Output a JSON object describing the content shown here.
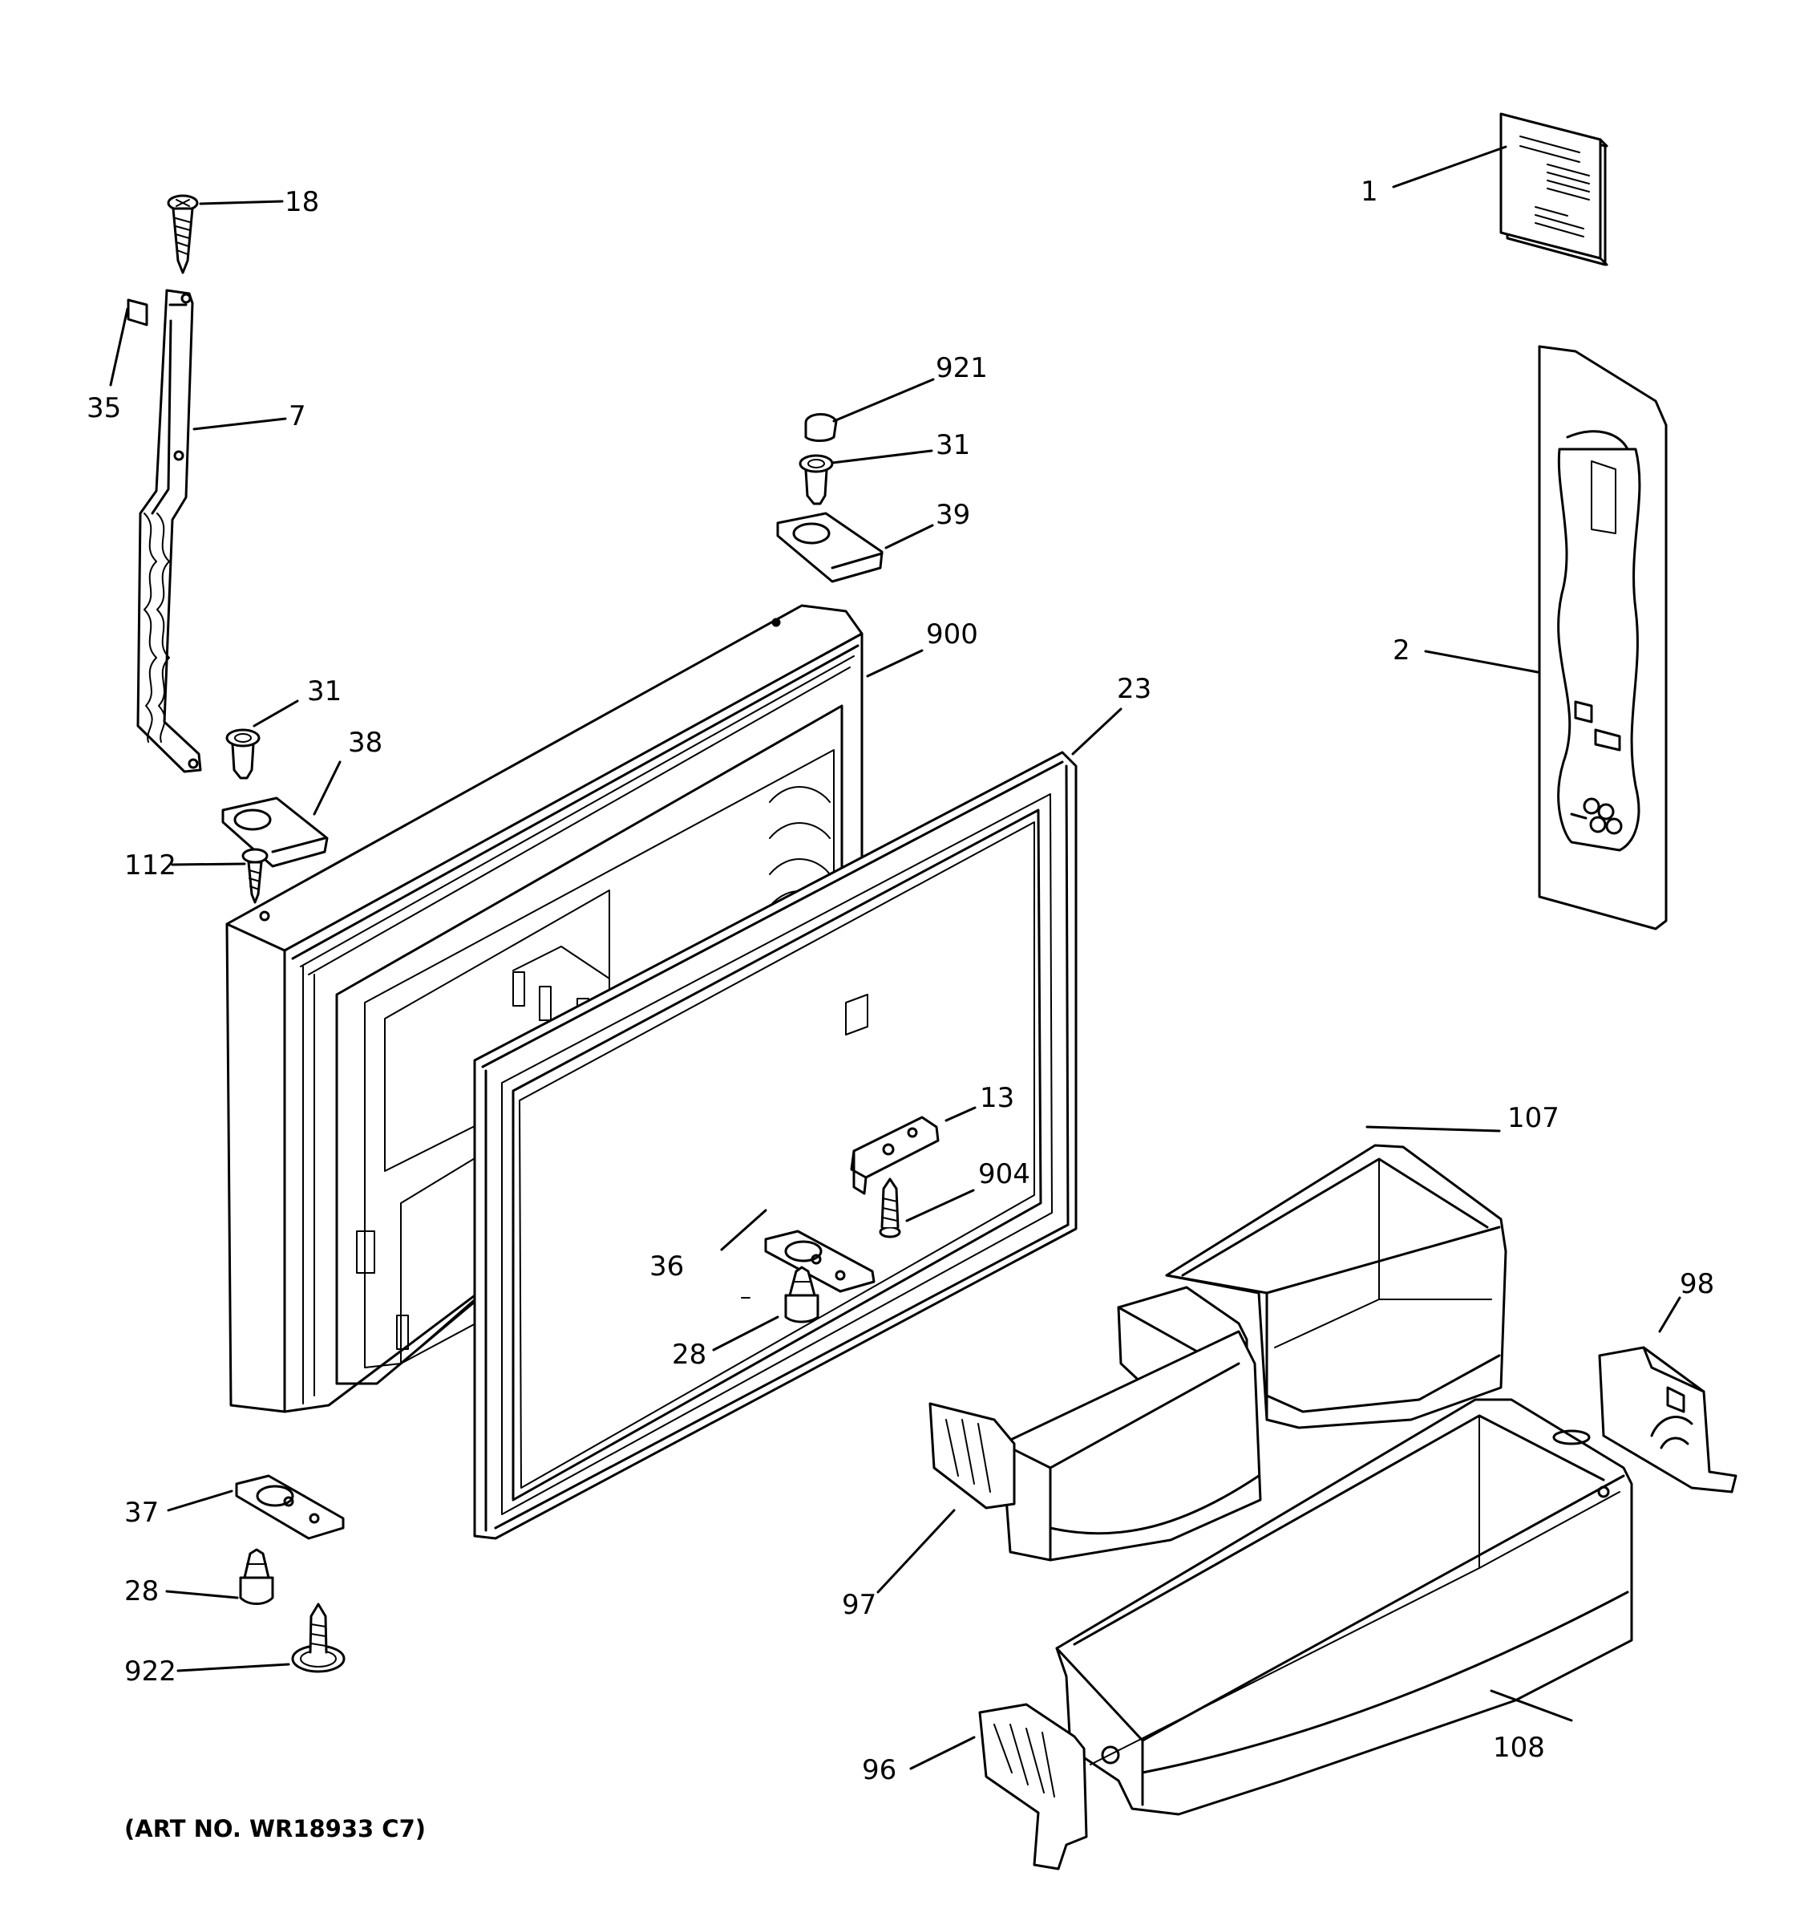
{
  "callouts": {
    "c1": "1",
    "c2": "2",
    "c7": "7",
    "c13": "13",
    "c18": "18",
    "c23": "23",
    "c28a": "28",
    "c28b": "28",
    "c31a": "31",
    "c31b": "31",
    "c35": "35",
    "c36": "36",
    "c37": "37",
    "c38": "38",
    "c39": "39",
    "c96": "96",
    "c97": "97",
    "c98": "98",
    "c107": "107",
    "c108": "108",
    "c112": "112",
    "c900": "900",
    "c904": "904",
    "c921": "921",
    "c922": "922"
  },
  "art_number": "(ART NO. WR18933 C7)"
}
